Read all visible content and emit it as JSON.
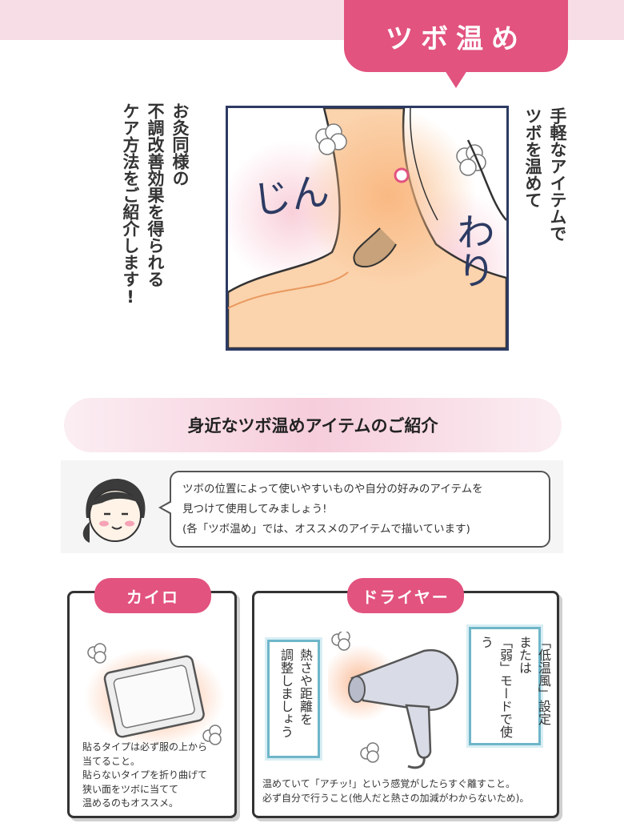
{
  "header": {
    "title": "ツボ温め"
  },
  "intro_left": [
    "お灸同様の",
    "不調改善効果を得られる",
    "ケア方法をご紹介します!"
  ],
  "intro_right": [
    "手軽なアイテムで",
    "ツボを温めて"
  ],
  "illustration": {
    "sfx_left": "じん",
    "sfx_right": "わり"
  },
  "section": {
    "title": "身近なツボ温めアイテムのご紹介"
  },
  "speech": {
    "lines": [
      "ツボの位置によって使いやすいものや自分の好みのアイテムを",
      "見つけて使用してみましょう!",
      "(各「ツボ温め」では、オススメのアイテムで描いています)"
    ]
  },
  "kairo": {
    "label": "カイロ",
    "notes": [
      "貼るタイプは必ず服の上から",
      "当てること。",
      "貼らないタイプを折り曲げて",
      "狭い面をツボに当てて",
      "温めるのもオススメ。"
    ]
  },
  "dryer": {
    "label": "ドライヤー",
    "tip_left": [
      "熱さや距離を",
      "調整しましょう"
    ],
    "tip_right": [
      "「低温風」設定",
      "または",
      "「弱」モードで使う"
    ],
    "notes": [
      "温めていて「アチッ!」という感覚がしたらすぐ離すこと。",
      "必ず自分で行うこと(他人だと熱さの加減がわからないため)。"
    ]
  },
  "colors": {
    "accent": "#e2537f",
    "frame": "#2d3b63",
    "teal": "#6fb6c9",
    "skin": "#f7b98a"
  }
}
